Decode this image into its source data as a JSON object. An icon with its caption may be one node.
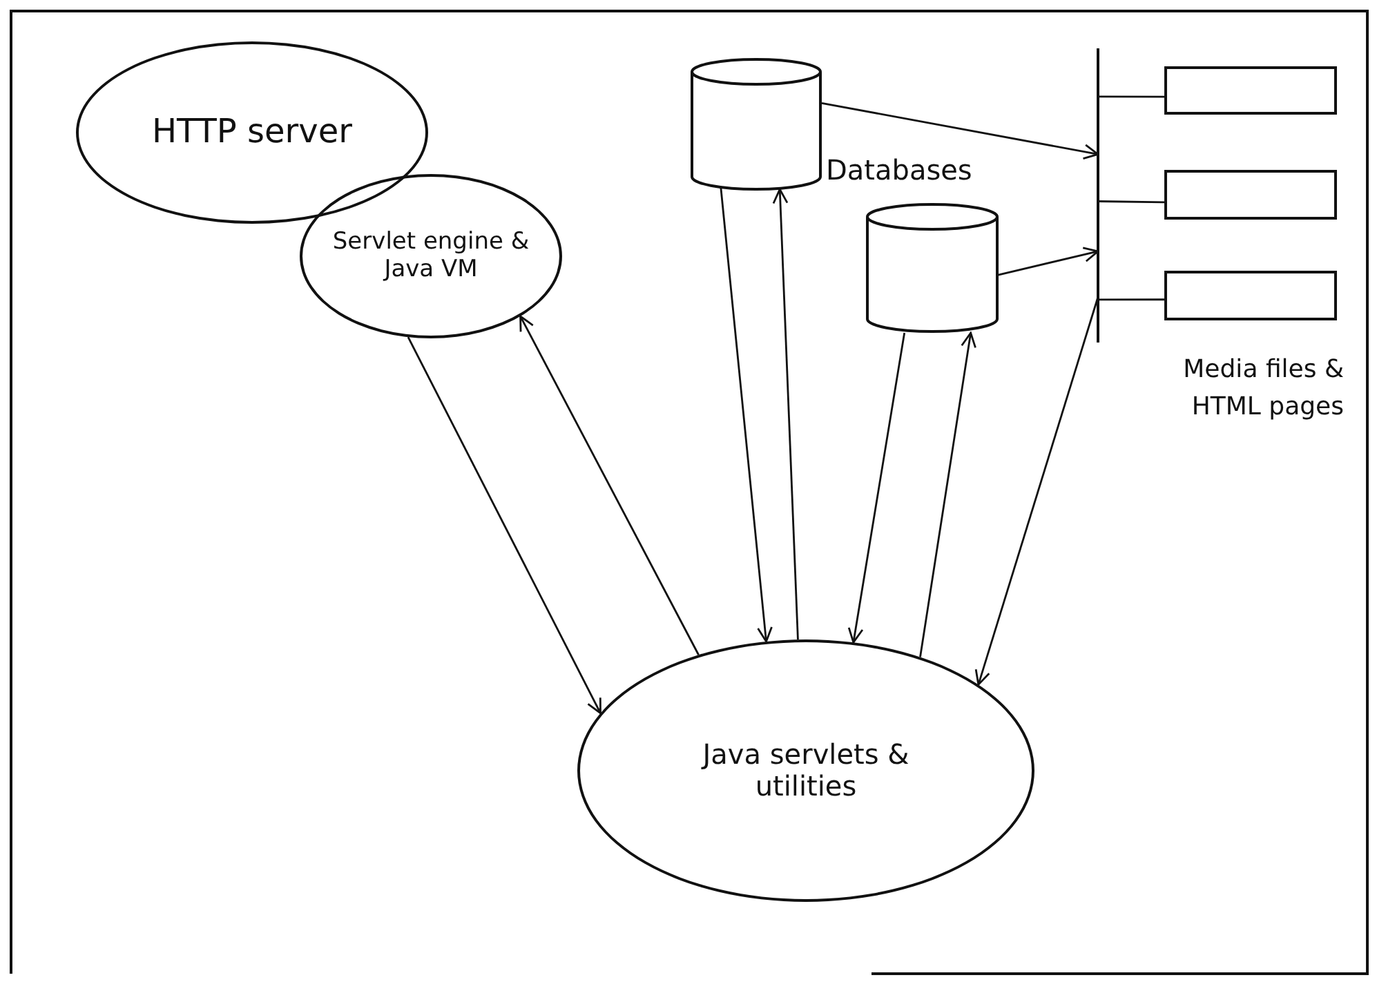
{
  "diagram": {
    "nodes": [
      {
        "text": [
          "HTTP server"
        ]
      },
      {
        "text": [
          "Servlet engine & Java VM"
        ]
      },
      {
        "text": [
          "Java servlets & utilities"
        ]
      },
      {
        "text": [],
        "shape": "cylinder"
      },
      {
        "text": [],
        "shape": "cylinder"
      },
      {
        "text": [],
        "shape": "bar"
      },
      {
        "text": [],
        "shape": "box"
      },
      {
        "text": [],
        "shape": "box"
      },
      {
        "text": [],
        "shape": "box"
      }
    ],
    "edges": [
      {
        "from": 1,
        "to": 2,
        "arrow": "to"
      },
      {
        "from": 2,
        "to": 1,
        "arrow": "to"
      },
      {
        "from": 3,
        "to": 2,
        "arrow": "to"
      },
      {
        "from": 2,
        "to": 3,
        "arrow": "to"
      },
      {
        "from": 4,
        "to": 2,
        "arrow": "to"
      },
      {
        "from": 2,
        "to": 4,
        "arrow": "to"
      },
      {
        "from": 5,
        "to": 2,
        "arrow": "to"
      },
      {
        "from": 3,
        "to": 5,
        "arrow": "to"
      },
      {
        "from": 4,
        "to": 5,
        "arrow": "to"
      },
      {
        "from": 5,
        "to": 6,
        "arrow": "none"
      },
      {
        "from": 5,
        "to": 7,
        "arrow": "none"
      },
      {
        "from": 5,
        "to": 8,
        "arrow": "none"
      }
    ],
    "labels": [
      "Databases",
      "Media files & HTML pages"
    ]
  }
}
